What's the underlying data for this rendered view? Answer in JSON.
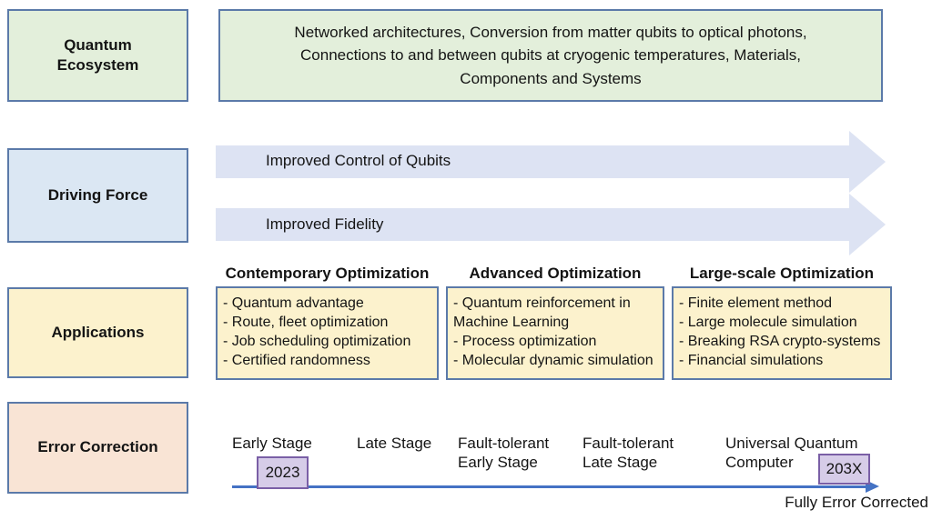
{
  "colors": {
    "ecosystem_fill": "#e3efdb",
    "driving_fill": "#dbe7f3",
    "applications_fill": "#fcf2cd",
    "error_fill": "#f9e4d5",
    "arrow_fill": "#dde3f3",
    "year_fill": "#d6cce8",
    "year_border": "#7a5fa6",
    "box_border": "#5b7aa9",
    "timeline_color": "#4472c4",
    "text_color": "#141414"
  },
  "ecosystem": {
    "label": "Quantum\nEcosystem",
    "content": "Networked architectures, Conversion from matter qubits to optical photons,\nConnections to and between qubits at cryogenic temperatures, Materials,\nComponents and Systems"
  },
  "driving_force": {
    "label": "Driving Force",
    "arrows": [
      "Improved Control of Qubits",
      "Improved Fidelity"
    ]
  },
  "applications": {
    "label": "Applications",
    "columns": [
      {
        "header": "Contemporary Optimization",
        "items": [
          "- Quantum advantage",
          "- Route, fleet optimization",
          "- Job scheduling optimization",
          "- Certified randomness"
        ]
      },
      {
        "header": "Advanced Optimization",
        "items": [
          "- Quantum reinforcement in\nMachine Learning",
          "- Process optimization",
          "- Molecular dynamic simulation"
        ]
      },
      {
        "header": "Large-scale Optimization",
        "items": [
          "- Finite element method",
          "- Large molecule simulation",
          "- Breaking RSA crypto-systems",
          "- Financial simulations"
        ]
      }
    ]
  },
  "error_correction": {
    "label": "Error Correction",
    "stages": [
      "Early Stage",
      "Late Stage",
      "Fault-tolerant\nEarly Stage",
      "Fault-tolerant\nLate Stage",
      "Universal Quantum\nComputer"
    ],
    "start_year": "2023",
    "end_year": "203X",
    "axis_caption": "Fully Error Corrected"
  }
}
